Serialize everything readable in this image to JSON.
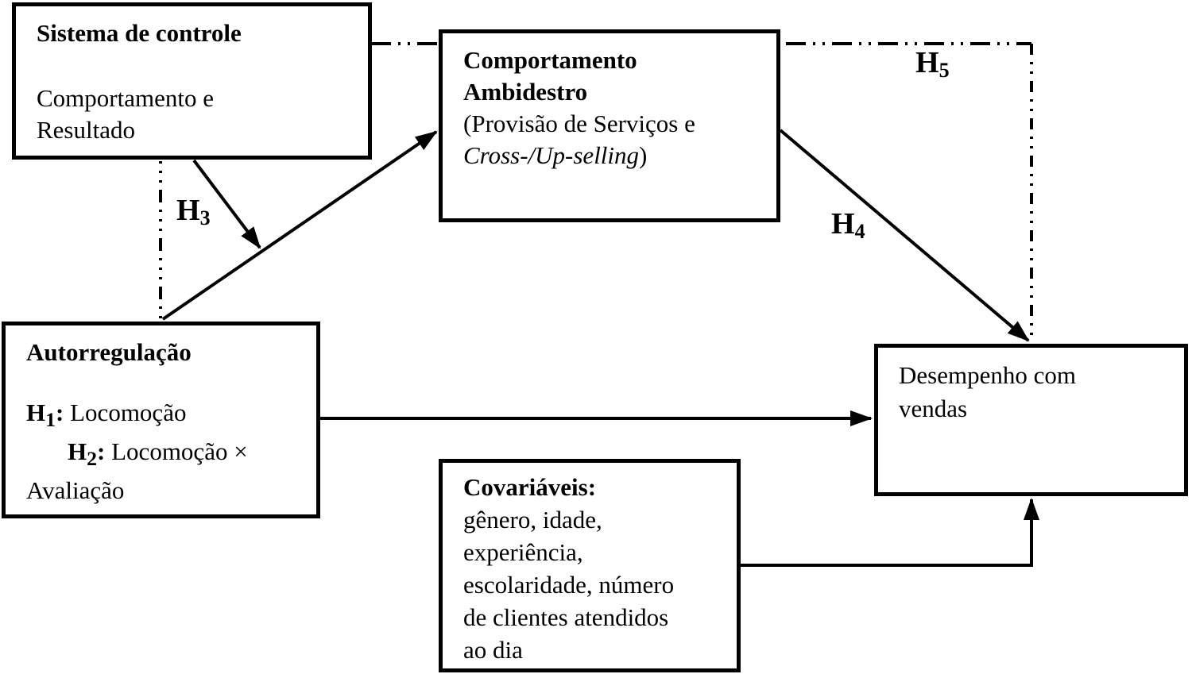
{
  "diagram": {
    "background_color": "#ffffff",
    "line_color": "#000000",
    "box_fill": "#ffffff",
    "box_border_color": "#000000"
  },
  "boxes": {
    "sistema_controle": {
      "title": "Sistema de controle",
      "body_line1": "Comportamento e",
      "body_line2": "Resultado"
    },
    "comportamento_ambidestro": {
      "title_line1": "Comportamento",
      "title_line2": "Ambidestro",
      "body_line1": "(Provisão de Serviços e",
      "body_italic": "Cross-/Up-selling",
      "body_close": ")"
    },
    "autorregulacao": {
      "title": "Autorregulação",
      "h1_main": "H",
      "h1_sub": "1",
      "h1_colon": ":",
      "h1_text": " Locomoção",
      "h2_main": "H",
      "h2_sub": "2",
      "h2_colon": ":",
      "h2_text": " Locomoção ×",
      "line3": "Avaliação"
    },
    "desempenho": {
      "line1": "Desempenho com",
      "line2": "vendas"
    },
    "covariaveis": {
      "title": "Covariáveis:",
      "line1": "gênero, idade,",
      "line2": "experiência,",
      "line3": "escolaridade, número",
      "line4": "de clientes atendidos",
      "line5": "ao dia"
    }
  },
  "labels": {
    "h3": {
      "main": "H",
      "sub": "3"
    },
    "h4": {
      "main": "H",
      "sub": "4"
    },
    "h5": {
      "main": "H",
      "sub": "5"
    }
  }
}
